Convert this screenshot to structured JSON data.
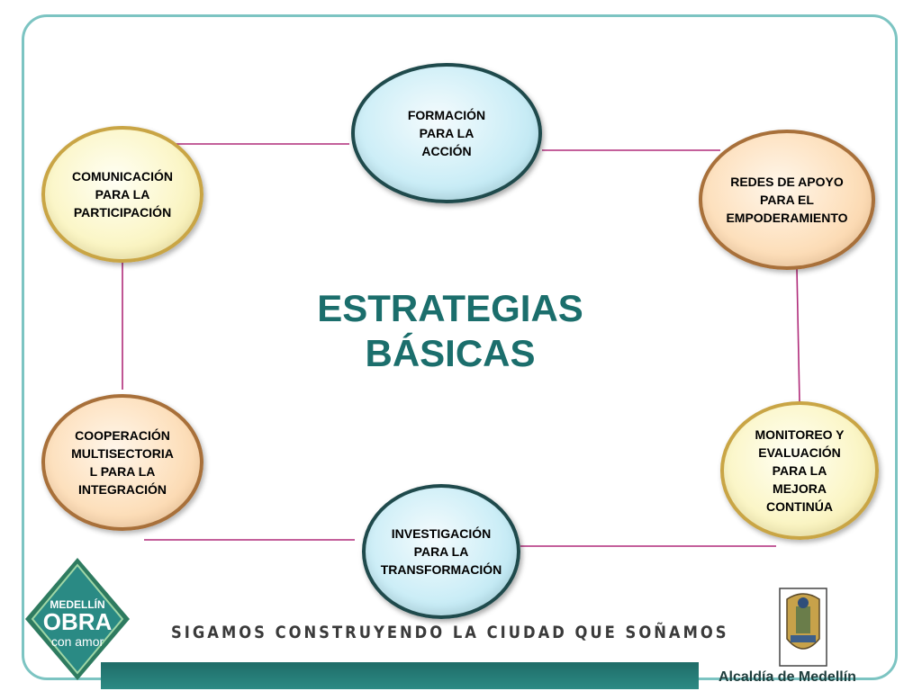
{
  "diagram": {
    "center_title": "ESTRATEGIAS\nBÁSICAS",
    "nodes": {
      "formacion": "FORMACIÓN\nPARA LA\nACCIÓN",
      "comunicacion": "COMUNICACIÓN\nPARA LA\nPARTICIPACIÓN",
      "redes": "REDES DE APOYO\nPARA EL\nEMPODERAMIENTO",
      "cooperacion": "COOPERACIÓN\nMULTISECTORIA\nL PARA LA\nINTEGRACIÓN",
      "monitoreo": "MONITOREO Y\nEVALUACIÓN\nPARA LA\nMEJORA\nCONTINÚA",
      "investigacion": "INVESTIGACIÓN\nPARA LA\nTRANSFORMACIÓN"
    }
  },
  "footer": {
    "badge_line1": "MEDELLÍN",
    "badge_line2": "OBRA",
    "badge_line3": "con amor",
    "slogan": "SIGAMOS CONSTRUYENDO LA CIUDAD QUE SOÑAMOS",
    "alcaldia": "Alcaldía de Medellín"
  },
  "colors": {
    "connector": "#b02c7a",
    "title": "#1b6e6c",
    "frame": "#7cc4c2",
    "footer_bar": "#1f6c68"
  }
}
